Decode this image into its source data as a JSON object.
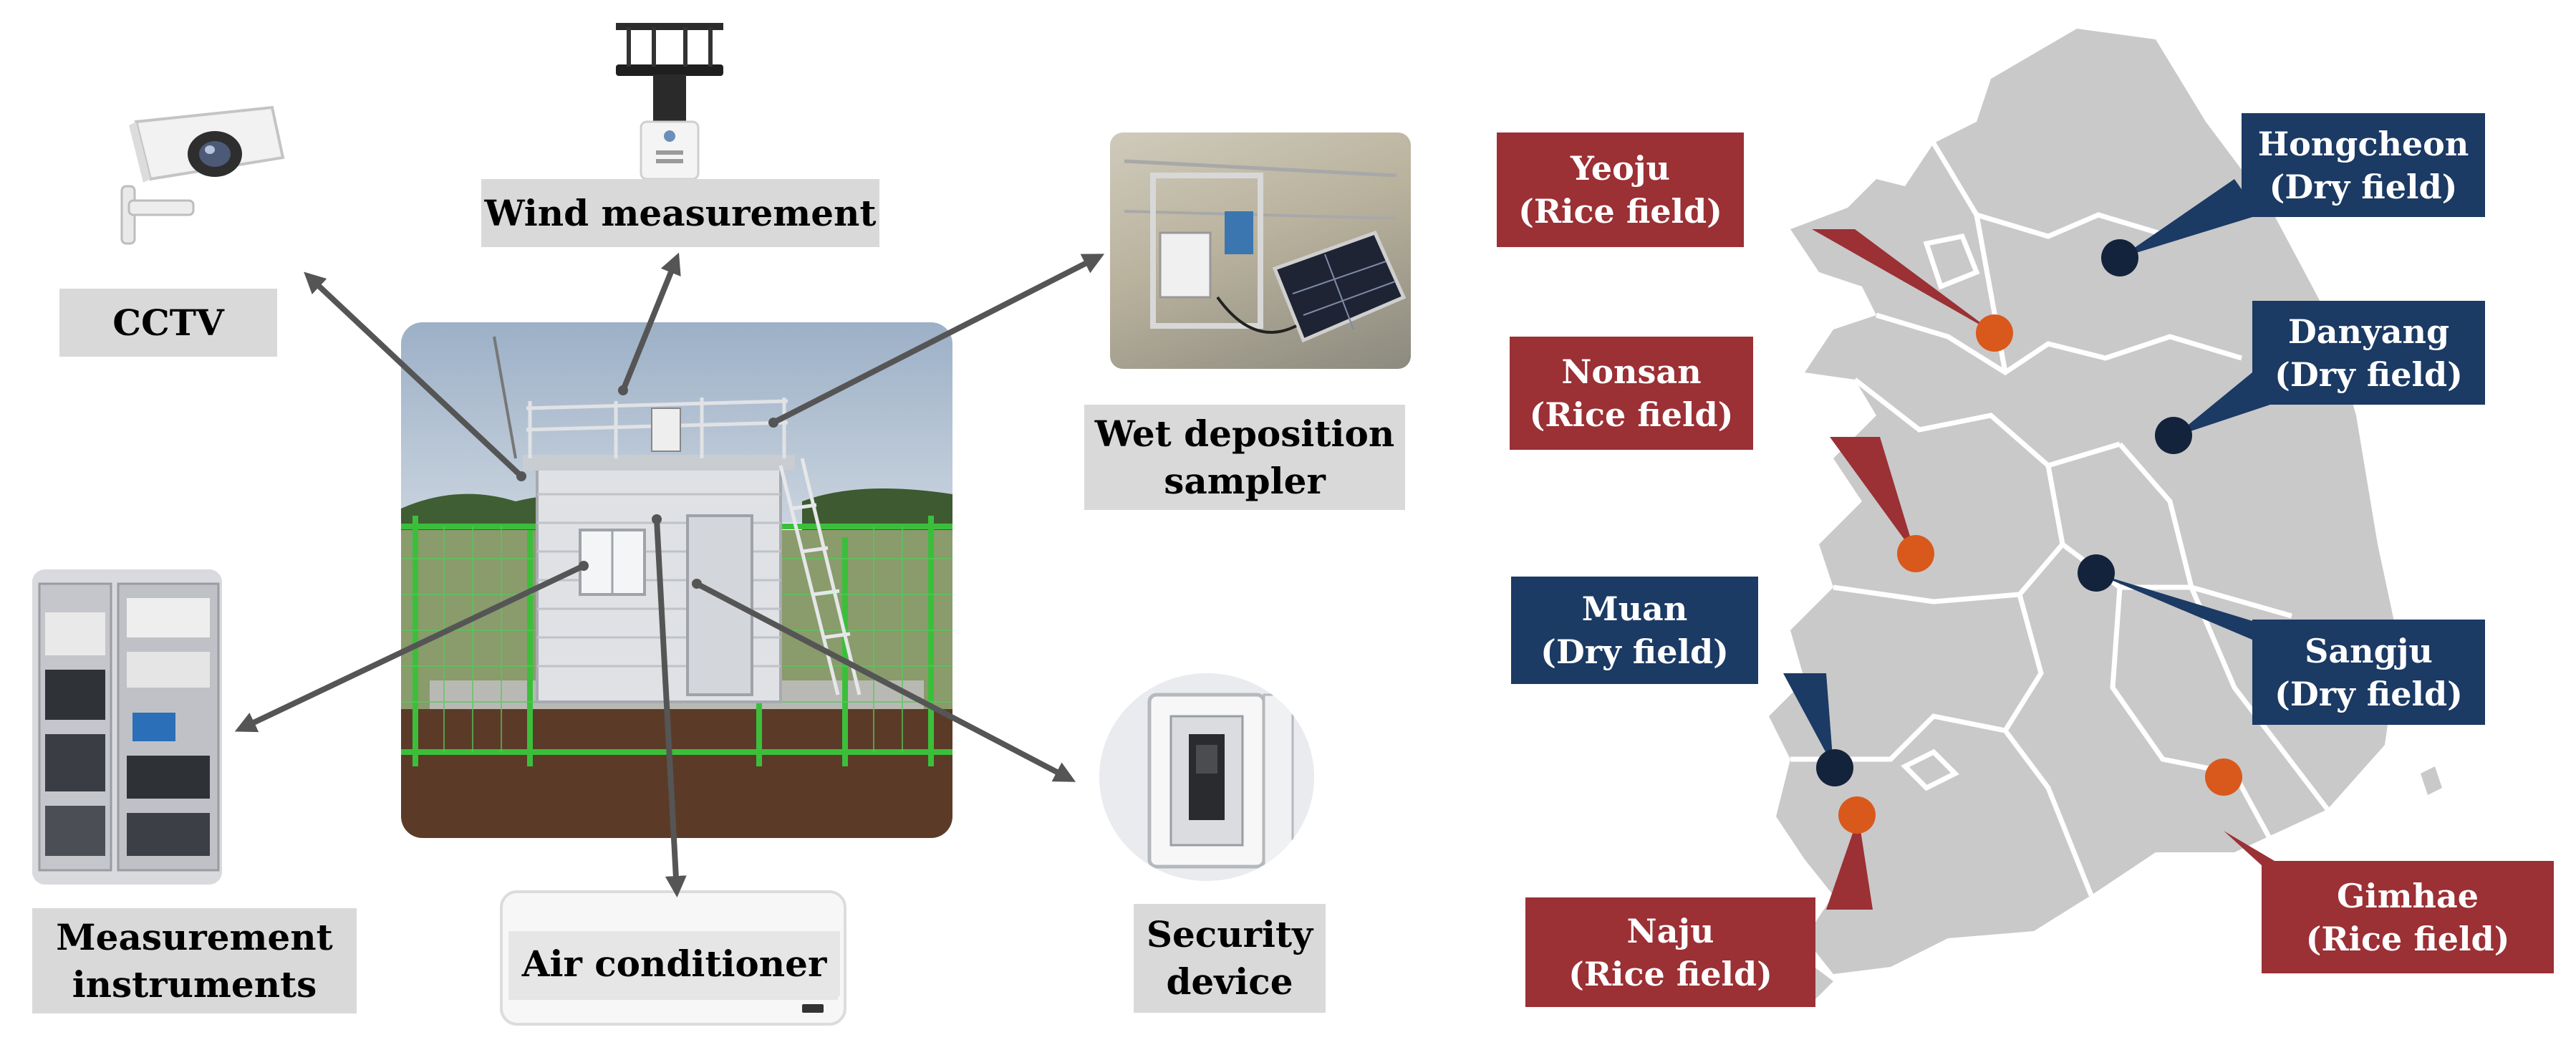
{
  "left_panel": {
    "labels": {
      "cctv": "CCTV",
      "wind": "Wind measurement",
      "wet_line1": "Wet deposition",
      "wet_line2": "sampler",
      "measure_line1": "Measurement",
      "measure_line2": "instruments",
      "aircon": "Air conditioner",
      "security_line1": "Security",
      "security_line2": "device"
    }
  },
  "map_panel": {
    "sites": [
      {
        "name": "Yeoju",
        "type": "(Rice field)",
        "category": "rice"
      },
      {
        "name": "Nonsan",
        "type": "(Rice field)",
        "category": "rice"
      },
      {
        "name": "Muan",
        "type": "(Dry field)",
        "category": "dry"
      },
      {
        "name": "Naju",
        "type": "(Rice field)",
        "category": "rice"
      },
      {
        "name": "Hongcheon",
        "type": "(Dry field)",
        "category": "dry"
      },
      {
        "name": "Danyang",
        "type": "(Dry field)",
        "category": "dry"
      },
      {
        "name": "Sangju",
        "type": "(Dry field)",
        "category": "dry"
      },
      {
        "name": "Gimhae",
        "type": "(Rice field)",
        "category": "rice"
      }
    ]
  },
  "colors": {
    "rice_box": "#9b3035",
    "dry_box": "#1b3a64",
    "rice_marker": "#d9591c",
    "dry_marker": "#13233b",
    "map_fill": "#c9c9c9",
    "label_bg": "#d9d9d9",
    "arrow": "#555555"
  }
}
